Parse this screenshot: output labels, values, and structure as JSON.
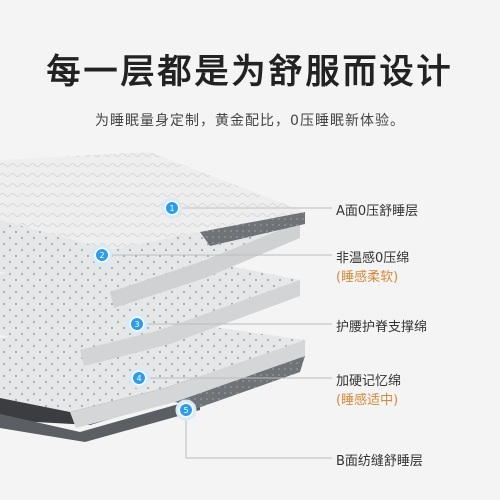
{
  "headline": "每一层都是为舒服而设计",
  "subline": "为睡眠量身定制，黄金配比，0压睡眠新体验。",
  "colors": {
    "background": "#f4f4f4",
    "marker_blue": "#2e9cea",
    "accent_orange": "#d58a3a",
    "leader_line": "#bdbdbd"
  },
  "layers": [
    {
      "number": "1",
      "label": "A面0压舒睡层",
      "sublabel": ""
    },
    {
      "number": "2",
      "label": "非温感0压绵",
      "sublabel": "(睡感柔软)"
    },
    {
      "number": "3",
      "label": "护腰护脊支撑绵",
      "sublabel": ""
    },
    {
      "number": "4",
      "label": "加硬记忆绵",
      "sublabel": "(睡感适中)"
    },
    {
      "number": "5",
      "label": "B面纺缝舒睡层",
      "sublabel": ""
    }
  ]
}
